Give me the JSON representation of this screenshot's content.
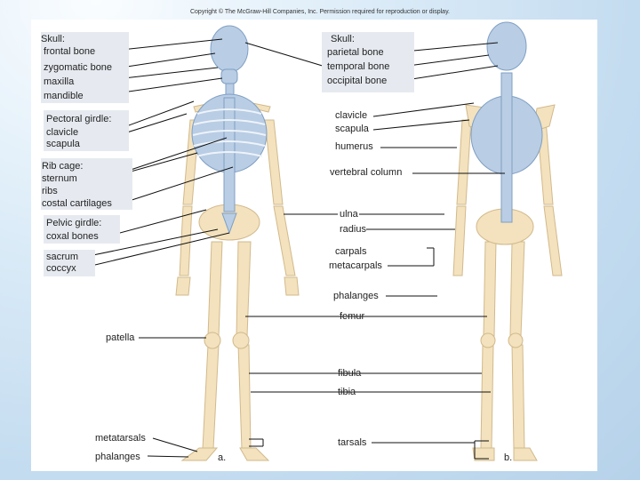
{
  "copyright": "Copyright © The McGraw-Hill Companies, Inc. Permission required for reproduction or display.",
  "left": {
    "skull": [
      "Skull:",
      "frontal bone",
      "zygomatic bone",
      "maxilla",
      "mandible"
    ],
    "pectoral": [
      "Pectoral girdle:",
      "clavicle",
      "scapula"
    ],
    "ribcage": [
      "Rib cage:",
      "sternum",
      "ribs",
      "costal cartilages"
    ],
    "pelvic": [
      "Pelvic girdle:",
      "coxal bones"
    ],
    "sacrum": [
      "sacrum",
      "coccyx"
    ],
    "patella": "patella",
    "metatarsals": "metatarsals",
    "phalanges": "phalanges"
  },
  "right": {
    "skull": [
      "Skull:",
      "parietal bone",
      "temporal bone",
      "occipital bone"
    ],
    "girdle": [
      "clavicle",
      "scapula"
    ],
    "humerus": "humerus",
    "vertebral": "vertebral column",
    "forearm": [
      "ulna",
      "radius"
    ],
    "hand": [
      "carpals",
      "metacarpals"
    ],
    "phalanges": "phalanges",
    "femur": "femur",
    "fibula": "fibula",
    "tibia": "tibia",
    "tarsals": "tarsals"
  },
  "panels": {
    "a": "a.",
    "b": "b."
  },
  "colors": {
    "bone": "#f3e2bd",
    "axial": "#b9cde4",
    "line": "#111111",
    "box": "#e6eaf0"
  }
}
